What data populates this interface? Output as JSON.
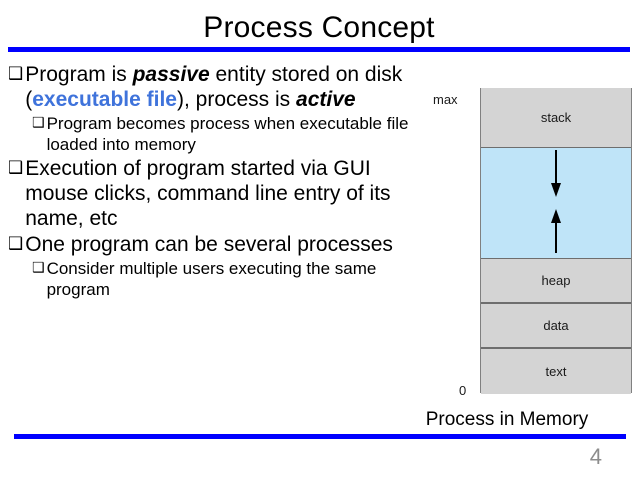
{
  "slide": {
    "title": "Process Concept",
    "page_number": "4",
    "accent_color": "#0000FF",
    "link_color": "#3F73DB",
    "page_number_color": "#8C8C8C"
  },
  "bullets": [
    {
      "level": 1,
      "glyph": "❑",
      "segments": [
        {
          "text": "Program is ",
          "style": "normal"
        },
        {
          "text": "passive",
          "style": "bold-italic"
        },
        {
          "text": " entity stored on disk (",
          "style": "normal"
        },
        {
          "text": "executable file",
          "style": "blue-bold"
        },
        {
          "text": "), process is ",
          "style": "normal"
        },
        {
          "text": "active",
          "style": "bold-italic"
        }
      ]
    },
    {
      "level": 2,
      "glyph": "❑",
      "segments": [
        {
          "text": "Program becomes process when executable file loaded into memory",
          "style": "normal"
        }
      ]
    },
    {
      "level": 1,
      "glyph": "❑",
      "segments": [
        {
          "text": "Execution of program started via GUI mouse clicks, command line entry of its name, etc",
          "style": "normal"
        }
      ]
    },
    {
      "level": 1,
      "glyph": "❑",
      "segments": [
        {
          "text": "One program can be several processes",
          "style": "normal"
        }
      ]
    },
    {
      "level": 2,
      "glyph": "❑",
      "segments": [
        {
          "text": "Consider multiple users executing the same program",
          "style": "normal"
        }
      ]
    }
  ],
  "memory_diagram": {
    "caption": "Process in Memory",
    "top_label": "max",
    "bottom_label": "0",
    "segment_fill": "#D4D4D4",
    "free_fill": "#BFE4F8",
    "segments": [
      {
        "name": "stack",
        "label": "stack"
      },
      {
        "name": "free",
        "label": ""
      },
      {
        "name": "heap",
        "label": "heap"
      },
      {
        "name": "data",
        "label": "data"
      },
      {
        "name": "text",
        "label": "text"
      }
    ],
    "arrows": [
      {
        "name": "stack-grows-down",
        "direction": "down"
      },
      {
        "name": "heap-grows-up",
        "direction": "up"
      }
    ]
  }
}
